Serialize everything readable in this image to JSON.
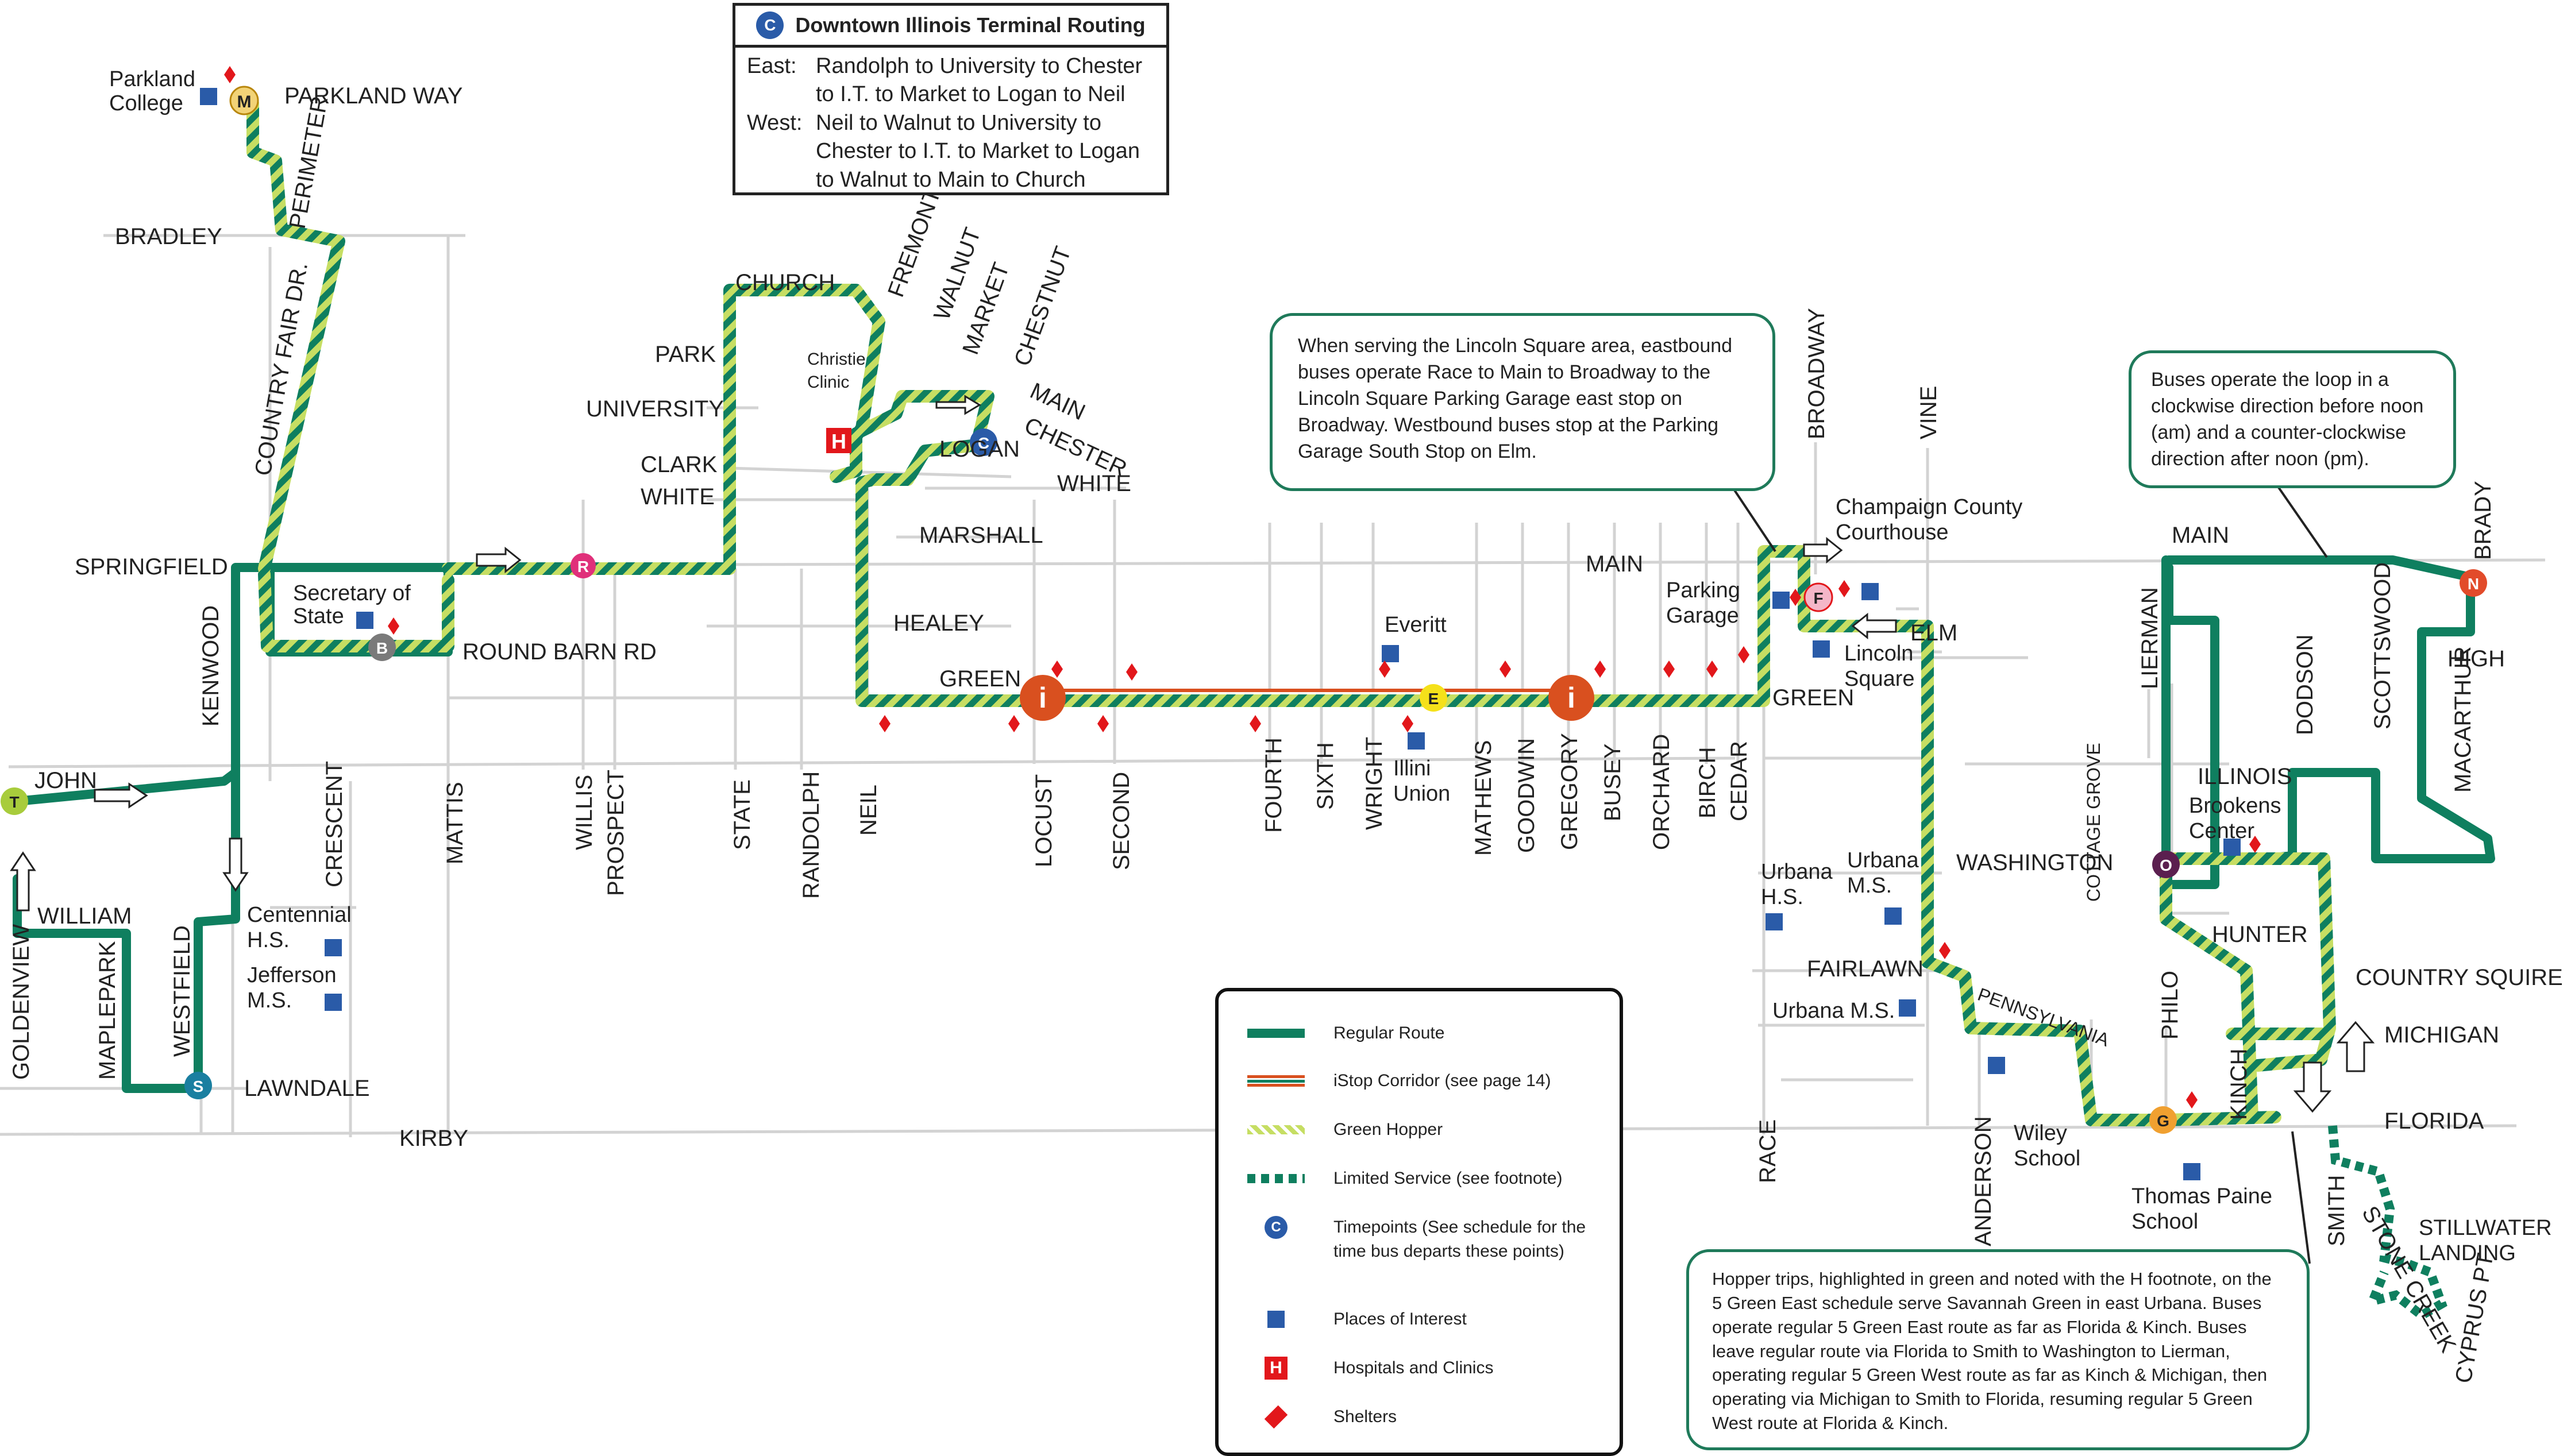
{
  "callouts": {
    "downtown": {
      "badge": "C",
      "title": "Downtown Illinois Terminal Routing",
      "east_key": "East:",
      "east_text": "Randolph to University to Chester to I.T. to Market to Logan to Neil",
      "west_key": "West:",
      "west_text": "Neil to Walnut to University to Chester to I.T. to Market to Logan to Walnut to Main to Church"
    },
    "lincoln_square": "When serving the Lincoln Square area, eastbound buses operate Race to Main to Broadway to the Lincoln Square Parking Garage east stop on Broadway. Westbound buses stop at the Parking Garage South Stop on Elm.",
    "loop": "Buses operate the loop in a clockwise direction before noon (am) and a counter-clockwise direction after noon (pm).",
    "hopper": "Hopper trips, highlighted in green and noted with the H footnote, on the 5 Green East schedule serve Savannah Green in east Urbana. Buses operate regular 5 Green East route as far as Florida & Kinch. Buses leave regular route via Florida to Smith to Washington to Lierman, operating regular 5 Green West route as far as Kinch & Michigan, then operating via Michigan to Smith to Florida, resuming regular 5 Green West route at Florida & Kinch."
  },
  "legend": {
    "regular": "Regular Route",
    "istop": "iStop Corridor (see page 14)",
    "hopper": "Green Hopper",
    "limited": "Limited Service (see footnote)",
    "timepoints": "Timepoints (See schedule for the time bus departs these points)",
    "timepoint_badge": "C",
    "poi": "Places of Interest",
    "hospital": "Hospitals and Clinics",
    "hospital_glyph": "H",
    "shelters": "Shelters"
  },
  "timepoints": {
    "M": "M",
    "R": "R",
    "B": "B",
    "C": "C",
    "E": "E",
    "F": "F",
    "N": "N",
    "O": "O",
    "G": "G",
    "S": "S",
    "T": "T"
  },
  "streets": {
    "parkland_way": "PARKLAND WAY",
    "perimeter": "PERIMETER",
    "bradley": "BRADLEY",
    "country_fair": "COUNTRY FAIR DR.",
    "springfield": "SPRINGFIELD",
    "kenwood": "KENWOOD",
    "john": "JOHN",
    "william": "WILLIAM",
    "goldenview": "GOLDENVIEW",
    "maplepark": "MAPLEPARK",
    "westfield": "WESTFIELD",
    "lawndale": "LAWNDALE",
    "kirby": "KIRBY",
    "crescent": "CRESCENT",
    "round_barn": "ROUND BARN RD",
    "mattis": "MATTIS",
    "willis": "WILLIS",
    "prospect": "PROSPECT",
    "state": "STATE",
    "randolph": "RANDOLPH",
    "neil": "NEIL",
    "church": "CHURCH",
    "park": "PARK",
    "university": "UNIVERSITY",
    "clark": "CLARK",
    "white": "WHITE",
    "white2": "WHITE",
    "fremont": "FREMONT",
    "walnut": "WALNUT",
    "market": "MARKET",
    "chestnut": "CHESTNUT",
    "main1": "MAIN",
    "chester": "CHESTER",
    "logan": "LOGAN",
    "marshall": "MARSHALL",
    "healey": "HEALEY",
    "green1": "GREEN",
    "locust": "LOCUST",
    "second": "SECOND",
    "fourth": "FOURTH",
    "sixth": "SIXTH",
    "wright": "WRIGHT",
    "mathews": "MATHEWS",
    "goodwin": "GOODWIN",
    "gregory": "GREGORY",
    "busey": "BUSEY",
    "orchard": "ORCHARD",
    "birch": "BIRCH",
    "cedar": "CEDAR",
    "main2": "MAIN",
    "broadway": "BROADWAY",
    "vine": "VINE",
    "elm": "ELM",
    "green2": "GREEN",
    "race": "RACE",
    "fairlawn": "FAIRLAWN",
    "pennsylvania": "PENNSYLVANIA",
    "cottage_grove": "COTTAGE GROVE",
    "anderson": "ANDERSON",
    "philo": "PHILO",
    "main3": "MAIN",
    "brady": "BRADY",
    "lierman": "LIERMAN",
    "dodson": "DODSON",
    "scottswood": "SCOTTSWOOD",
    "high": "HIGH",
    "macarthur": "MACARTHUR",
    "washington": "WASHINGTON",
    "hunter": "HUNTER",
    "country_squire": "COUNTRY SQUIRE",
    "michigan": "MICHIGAN",
    "kinch": "KINCH",
    "florida": "FLORIDA",
    "smith": "SMITH",
    "stone_creek": "STONE CREEK",
    "cyprus_pt": "CYPRUS PT",
    "illinois": "ILLINOIS"
  },
  "places": {
    "parkland_college": "Parkland\nCollege",
    "secretary_of_state": "Secretary of\nState",
    "centennial": "Centennial\nH.S.",
    "jefferson": "Jefferson\nM.S.",
    "christie": "Christie\nClinic",
    "everitt": "Everitt",
    "illini_union": "Illini\nUnion",
    "parking_garage": "Parking\nGarage",
    "courthouse": "Champaign County\nCourthouse",
    "lincoln_square": "Lincoln\nSquare",
    "urbana_hs": "Urbana\nH.S.",
    "urbana_ms": "Urbana\nM.S.",
    "urbana_ms2": "Urbana M.S.",
    "wiley": "Wiley\nSchool",
    "thomas_paine": "Thomas Paine\nSchool",
    "brookens": "Brookens\nCenter",
    "stillwater": "STILLWATER\nLANDING"
  },
  "colors": {
    "route": "#0f7f5f",
    "hopper": "#c6de63",
    "istop": "#d9501f",
    "poi": "#2a5ba8",
    "shelter": "#e2171b",
    "street": "#d3d3d3"
  }
}
